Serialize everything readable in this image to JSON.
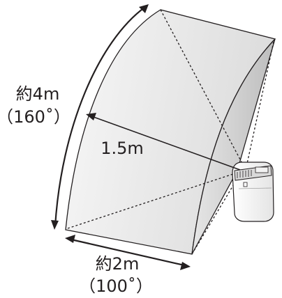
{
  "labels": {
    "height_main": "約4m",
    "height_angle": "（160˚）",
    "width_main": "約2m",
    "width_angle": "（100˚）",
    "distance": "1.5m"
  },
  "colors": {
    "line": "#231f20",
    "fill_light": "#f7f7f7",
    "fill_dark": "#c8c8c8"
  }
}
